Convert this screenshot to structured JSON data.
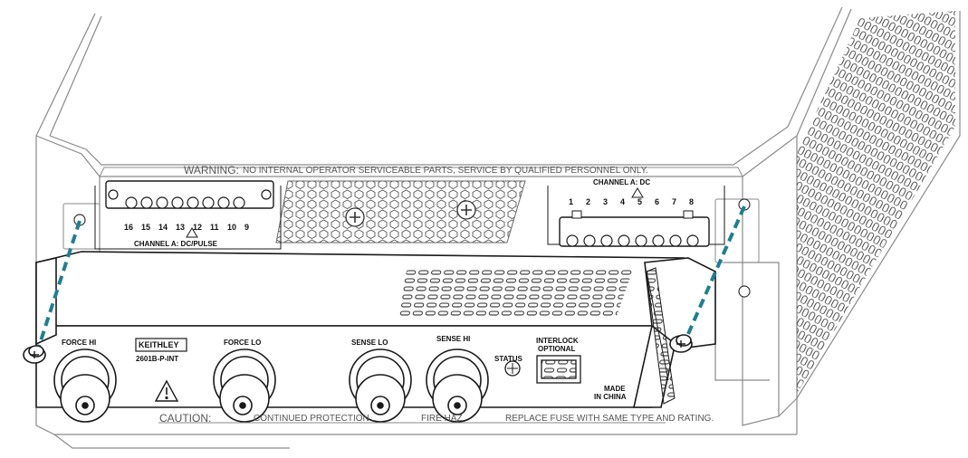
{
  "texts": {
    "warning_lead": "WARNING:",
    "warning_body": "NO INTERNAL OPERATOR SERVICEABLE PARTS, SERVICE BY QUALIFIED PERSONNEL ONLY.",
    "channel_dc_pulse": "CHANNEL A: DC/PULSE",
    "channel_dc": "CHANNEL A: DC",
    "force_hi": "FORCE HI",
    "force_lo": "FORCE LO",
    "sense_lo": "SENSE LO",
    "sense_hi": "SENSE HI",
    "brand": "KEITHLEY",
    "model": "2601B-P-INT",
    "status": "STATUS",
    "interlock": "INTERLOCK",
    "optional": "OPTIONAL",
    "made": "MADE",
    "in_china": "IN CHINA",
    "caution_lead": "CAUTION:",
    "caution_body": "CONTINUED PROTECTION",
    "caution_mid": "FIRE HAZ",
    "caution_tail": "REPLACE FUSE WITH SAME TYPE AND RATING."
  },
  "left_terminal_pins": [
    "16",
    "15",
    "14",
    "13",
    "12",
    "11",
    "10",
    "9"
  ],
  "right_terminal_pins": [
    "1",
    "2",
    "3",
    "4",
    "5",
    "6",
    "7",
    "8"
  ],
  "colors": {
    "line": "#1a1a1a",
    "chassis_line": "#8a8a8a",
    "screw_guide": "#1f7f8f"
  },
  "icons": [
    "warning-triangle-icon",
    "screw-icon",
    "bnc-connector-icon",
    "status-led-icon",
    "interlock-connector-icon"
  ]
}
